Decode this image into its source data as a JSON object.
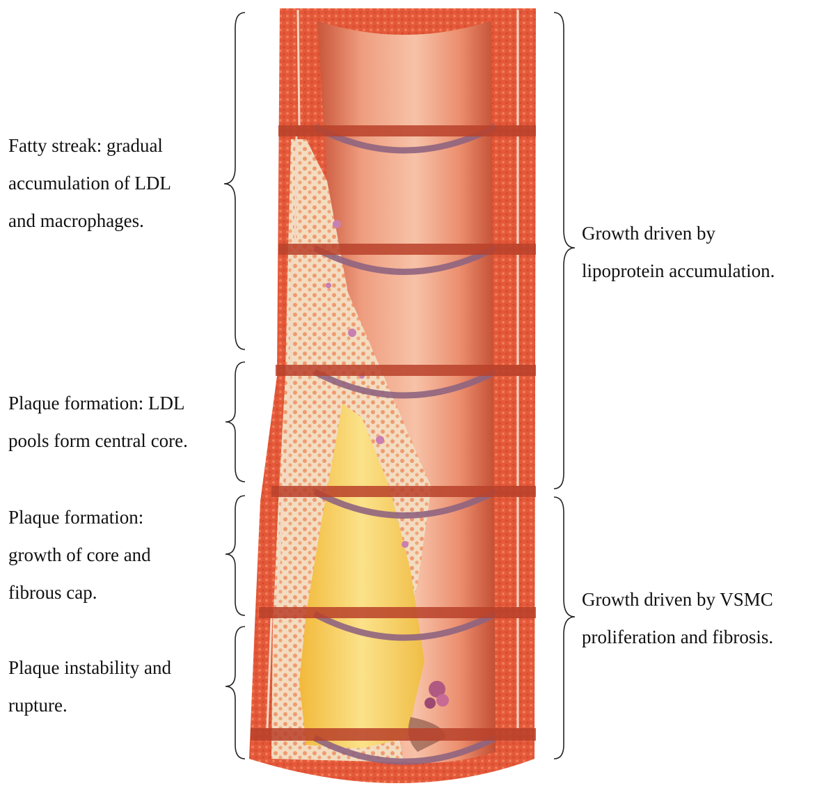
{
  "left_annotations": [
    {
      "lines": [
        "Fatty streak: gradual",
        "accumulation of LDL",
        "and macrophages."
      ]
    },
    {
      "lines": [
        "Plaque formation: LDL",
        "pools form central core."
      ]
    },
    {
      "lines": [
        "Plaque formation:",
        "growth of core and",
        "fibrous cap."
      ]
    },
    {
      "lines": [
        "Plaque instability and",
        "rupture."
      ]
    }
  ],
  "right_annotations": [
    {
      "lines": [
        "Growth driven by",
        "lipoprotein accumulation."
      ]
    },
    {
      "lines": [
        "Growth driven by VSMC",
        "proliferation and fibrosis."
      ]
    }
  ],
  "colors": {
    "artery_wall": "#e8603e",
    "lumen": "#e98a6c",
    "intima": "#f4e0c8",
    "plaque_core": "#f6cf52",
    "section_edge": "#9c6a84",
    "brace": "#222222"
  }
}
